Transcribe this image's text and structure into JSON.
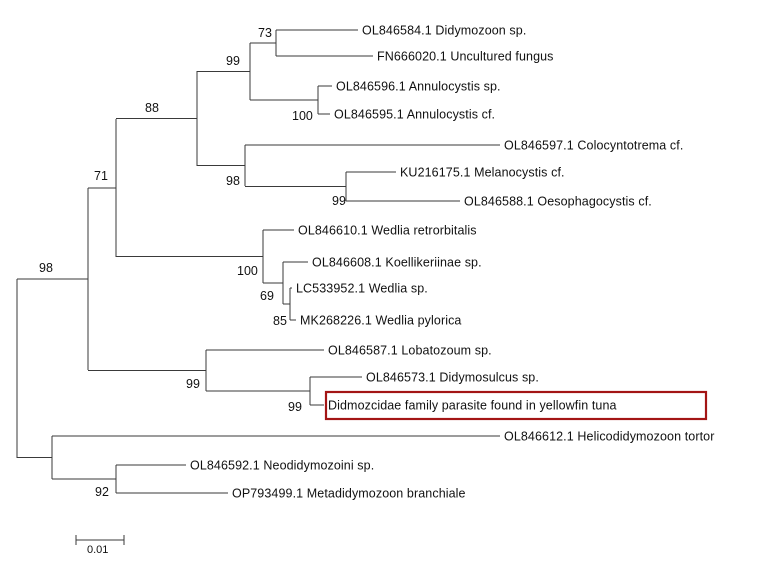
{
  "tree": {
    "highlight_color": "#a31515",
    "taxa": [
      {
        "id": "t1",
        "label": "OL846584.1 Didymozoon sp."
      },
      {
        "id": "t2",
        "label": "FN666020.1 Uncultured fungus"
      },
      {
        "id": "t3",
        "label": "OL846596.1 Annulocystis sp."
      },
      {
        "id": "t4",
        "label": "OL846595.1 Annulocystis cf."
      },
      {
        "id": "t5",
        "label": "OL846597.1 Colocyntotrema cf."
      },
      {
        "id": "t6",
        "label": "KU216175.1 Melanocystis cf."
      },
      {
        "id": "t7",
        "label": "OL846588.1 Oesophagocystis cf."
      },
      {
        "id": "t8",
        "label": "OL846610.1 Wedlia retrorbitalis"
      },
      {
        "id": "t9",
        "label": "OL846608.1 Koellikeriinae sp."
      },
      {
        "id": "t10",
        "label": "LC533952.1 Wedlia sp."
      },
      {
        "id": "t11",
        "label": "MK268226.1 Wedlia pylorica"
      },
      {
        "id": "t12",
        "label": "OL846587.1 Lobatozoum sp."
      },
      {
        "id": "t13",
        "label": "OL846573.1 Didymosulcus sp."
      },
      {
        "id": "t14",
        "label": "Didmozcidae family parasite found in yellowfin tuna",
        "highlight": true
      },
      {
        "id": "t15",
        "label": "OL846612.1 Helicodidymozoon tortor"
      },
      {
        "id": "t16",
        "label": "OL846592.1 Neodidymozoini sp."
      },
      {
        "id": "t17",
        "label": "OP793499.1 Metadidymozoon branchiale"
      }
    ],
    "bootstrap": [
      {
        "node": "n_t1t2",
        "value": "73"
      },
      {
        "node": "n_t1to4",
        "value": "99"
      },
      {
        "node": "n_t3t4",
        "value": "100"
      },
      {
        "node": "n_t1to7",
        "value": "88"
      },
      {
        "node": "n_t5to7",
        "value": "98"
      },
      {
        "node": "n_t6t7",
        "value": "99"
      },
      {
        "node": "n_t1to11",
        "value": "71"
      },
      {
        "node": "n_t8to11",
        "value": "100"
      },
      {
        "node": "n_t9to11",
        "value": "69"
      },
      {
        "node": "n_t10t11",
        "value": "85"
      },
      {
        "node": "n_t12to14",
        "value": "99"
      },
      {
        "node": "n_t13t14",
        "value": "99"
      },
      {
        "node": "n_t1to14",
        "value": "98"
      },
      {
        "node": "n_t16t17",
        "value": "92"
      }
    ],
    "scale_bar": {
      "label": "0.01"
    }
  }
}
